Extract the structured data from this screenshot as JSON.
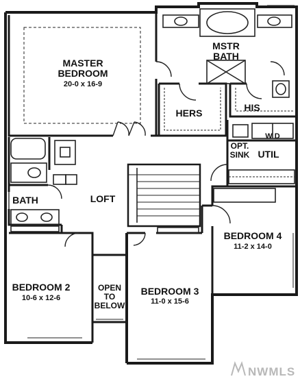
{
  "rooms": {
    "master": {
      "name_1": "MASTER",
      "name_2": "BEDROOM",
      "size": "20-0 x 16-9"
    },
    "mstr_bath": {
      "name_1": "MSTR",
      "name_2": "BATH"
    },
    "hers": "HERS",
    "his": "HIS",
    "wd": "W D",
    "opt_sink_1": "OPT.",
    "opt_sink_2": "SINK",
    "util": "UTIL",
    "bath": "BATH",
    "loft": "LOFT",
    "bedroom2": {
      "name": "BEDROOM 2",
      "size": "10-6 x 12-6"
    },
    "open_below": {
      "l1": "OPEN",
      "l2": "TO",
      "l3": "BELOW"
    },
    "bedroom3": {
      "name": "BEDROOM 3",
      "size": "11-0 x 15-6"
    },
    "bedroom4": {
      "name": "BEDROOM 4",
      "size": "11-2 x 14-0"
    }
  },
  "watermark": "NWMLS",
  "colors": {
    "wall": "#1a1a1a",
    "line": "#333333",
    "watermark": "#b8b8b8"
  }
}
